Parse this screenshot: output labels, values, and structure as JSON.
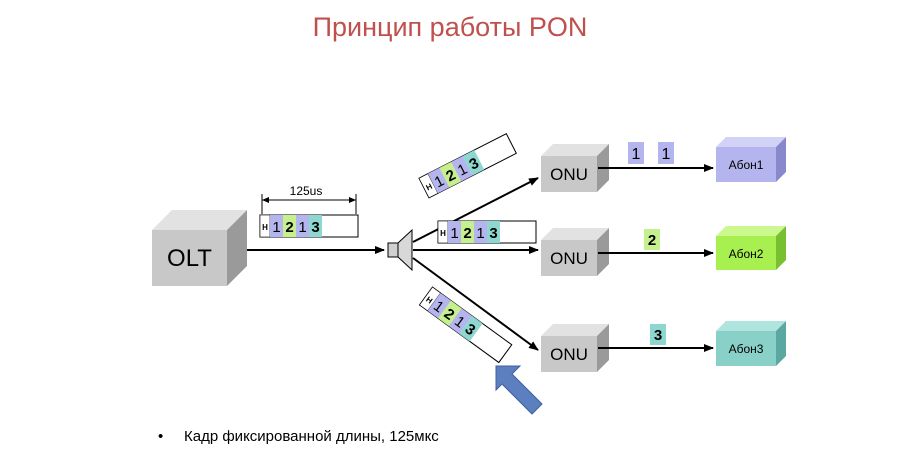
{
  "title": "Принцип работы PON",
  "olt": {
    "label": "OLT"
  },
  "frame": {
    "duration_label": "125us",
    "header": "H",
    "slots": [
      "1",
      "2",
      "1",
      "3"
    ]
  },
  "onus": [
    {
      "label": "ONU",
      "subscriber": "Абон1",
      "delivered": [
        "1",
        "1"
      ]
    },
    {
      "label": "ONU",
      "subscriber": "Абон2",
      "delivered": [
        "2"
      ]
    },
    {
      "label": "ONU",
      "subscriber": "Абон3",
      "delivered": [
        "3"
      ]
    }
  ],
  "bullet": "Кадр фиксированной длины, 125мкс",
  "colors": {
    "title": "#c0504d",
    "slot1": "#b4b4ee",
    "slot2": "#c6f08e",
    "slot3": "#8ed6d0",
    "sub1": "#b4b4ee",
    "sub2": "#a8f050",
    "sub3": "#88d0c8",
    "box_gray": "#c8c8c8",
    "pointer": "#5b7fbf"
  }
}
